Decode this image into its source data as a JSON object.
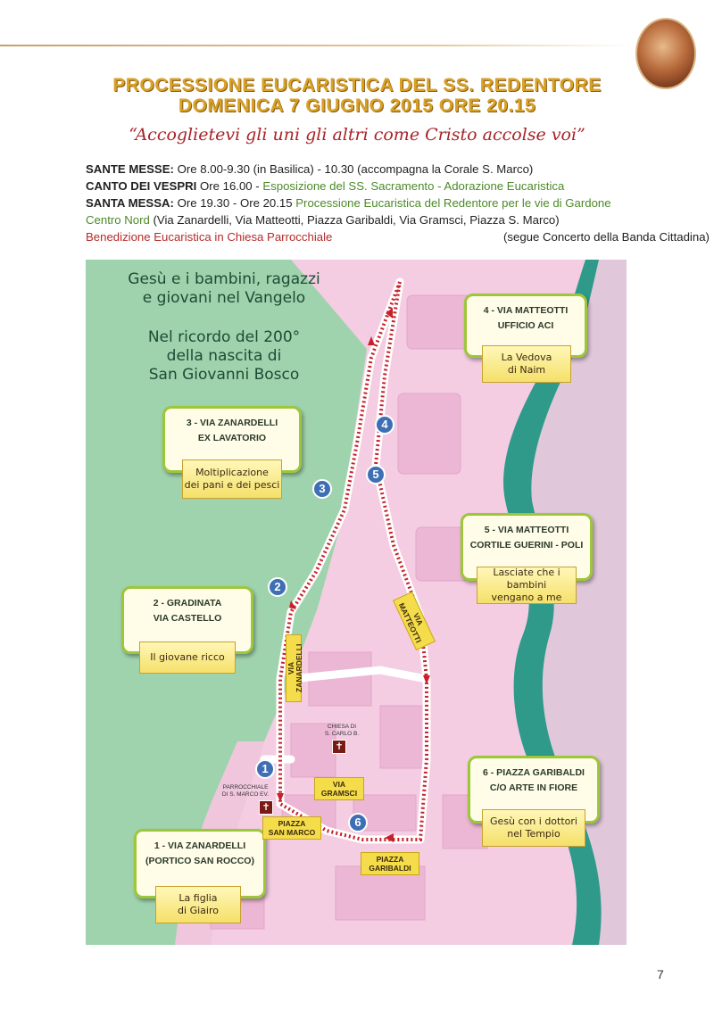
{
  "header": {
    "title_line1": "PROCESSIONE EUCARISTICA DEL SS. REDENTORE",
    "title_line2": "DOMENICA 7 GIUGNO 2015 ORE 20.15",
    "motto": "“Accoglietevi gli uni gli altri come Cristo accolse voi”"
  },
  "info": {
    "line1_label": "SANTE MESSE:",
    "line1_text": " Ore 8.00-9.30 (in Basilica) - 10.30 (accompagna la Corale S. Marco)",
    "line2_label": "CANTO DEI VESPRI",
    "line2_text": " Ore 16.00 - ",
    "line2_green": "Esposizione del SS. Sacramento - Adorazione Eucaristica",
    "line3_label": "SANTA MESSA:",
    "line3_text": " Ore 19.30 - Ore 20.15 ",
    "line3_green": "Processione Eucaristica del Redentore per le vie di Gardone",
    "line4_green": "Centro Nord",
    "line4_text": " (Via Zanardelli, Via Matteotti, Piazza Garibaldi, Via Gramsci, Piazza S. Marco)",
    "line5_red": "Benedizione Eucaristica in Chiesa Parrocchiale",
    "line5_note": "(segue Concerto della Banda Cittadina)"
  },
  "map": {
    "heading1_line1": "Gesù e i bambini, ragazzi",
    "heading1_line2": "e giovani nel Vangelo",
    "heading2_line1": "Nel ricordo del 200°",
    "heading2_line2": "della nascita di",
    "heading2_line3": "San Giovanni Bosco",
    "stops": [
      {
        "title": "1 - VIA ZANARDELLI",
        "subtitle": "(PORTICO SAN ROCCO)",
        "ribbon_line1": "La figlia",
        "ribbon_line2": "di Giairo"
      },
      {
        "title": "2 - GRADINATA",
        "subtitle": "VIA CASTELLO",
        "ribbon_line1": "Il giovane ricco",
        "ribbon_line2": ""
      },
      {
        "title": "3 - VIA ZANARDELLI",
        "subtitle": "EX LAVATORIO",
        "ribbon_line1": "Moltiplicazione",
        "ribbon_line2": "dei pani e dei pesci"
      },
      {
        "title": "4 - VIA MATTEOTTI",
        "subtitle": "UFFICIO ACI",
        "ribbon_line1": "La Vedova",
        "ribbon_line2": "di Naim"
      },
      {
        "title": "5 - VIA MATTEOTTI",
        "subtitle": "CORTILE GUERINI - POLI",
        "ribbon_line1": "Lasciate che i bambini",
        "ribbon_line2": "vengano a me"
      },
      {
        "title": "6 - PIAZZA GARIBALDI",
        "subtitle": "C/O ARTE IN FIORE",
        "ribbon_line1": "Gesù con i dottori",
        "ribbon_line2": "nel Tempio"
      }
    ],
    "numbers": [
      "1",
      "2",
      "3",
      "4",
      "5",
      "6"
    ],
    "streets": {
      "zanardelli_1": "VIA",
      "zanardelli_2": "ZANARDELLI",
      "matteotti_1": "VIA",
      "matteotti_2": "MATTEOTTI",
      "gramsci_1": "VIA",
      "gramsci_2": "GRAMSCI",
      "sanmarco_1": "PIAZZA",
      "sanmarco_2": "SAN MARCO",
      "garibaldi_1": "PIAZZA",
      "garibaldi_2": "GARIBALDI"
    },
    "labels": {
      "chiesa_1": "CHIESA DI",
      "chiesa_2": "S. CARLO B.",
      "parrocchiale_1": "PARROCCHIALE",
      "parrocchiale_2": "DI S. MARCO EV."
    },
    "colors": {
      "route": "#c8202a",
      "river": "#2f9a8a",
      "land": "#f4cde2",
      "green_area": "#9fd3ae"
    }
  },
  "footer": {
    "page_number": "7"
  }
}
